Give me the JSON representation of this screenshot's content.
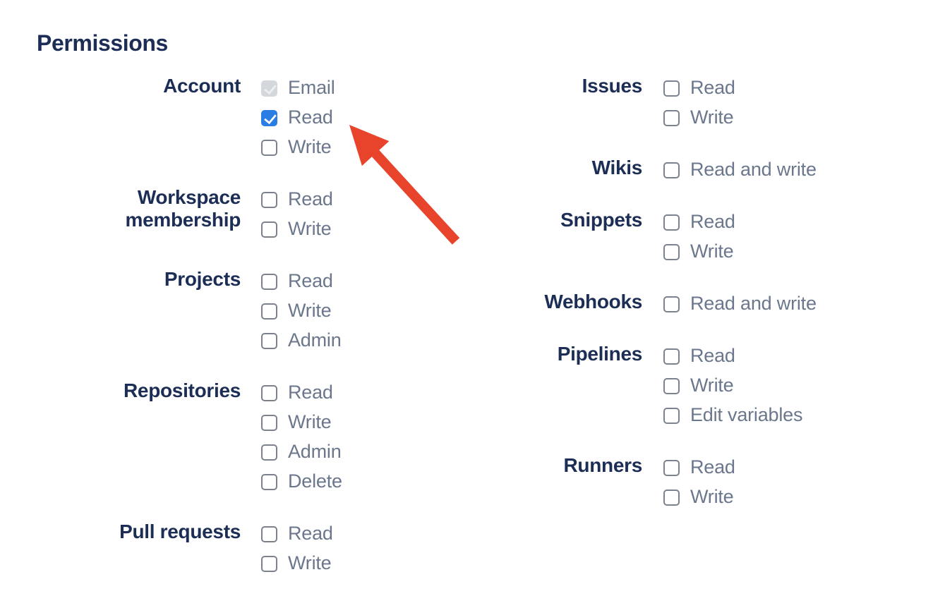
{
  "heading": "Permissions",
  "colors": {
    "heading": "#1c2e55",
    "category": "#1c2e55",
    "option_label": "#6b778c",
    "checkbox_border": "#7c828d",
    "checkbox_checked_bg": "#2a7de2",
    "checkbox_disabled_bg": "#d4d8dd",
    "checkbox_disabled_check": "#edeff1",
    "arrow": "#e8442c"
  },
  "icons": {
    "arrow": "red-arrow-pointing-up-left-at-account-read-checkbox",
    "checkmark": "check-glyph"
  },
  "columns": {
    "left": [
      {
        "label": "Account",
        "options": [
          {
            "label": "Email",
            "checked": true,
            "disabled": true
          },
          {
            "label": "Read",
            "checked": true,
            "disabled": false
          },
          {
            "label": "Write",
            "checked": false,
            "disabled": false
          }
        ]
      },
      {
        "label": "Workspace membership",
        "options": [
          {
            "label": "Read",
            "checked": false,
            "disabled": false
          },
          {
            "label": "Write",
            "checked": false,
            "disabled": false
          }
        ]
      },
      {
        "label": "Projects",
        "options": [
          {
            "label": "Read",
            "checked": false,
            "disabled": false
          },
          {
            "label": "Write",
            "checked": false,
            "disabled": false
          },
          {
            "label": "Admin",
            "checked": false,
            "disabled": false
          }
        ]
      },
      {
        "label": "Repositories",
        "options": [
          {
            "label": "Read",
            "checked": false,
            "disabled": false
          },
          {
            "label": "Write",
            "checked": false,
            "disabled": false
          },
          {
            "label": "Admin",
            "checked": false,
            "disabled": false
          },
          {
            "label": "Delete",
            "checked": false,
            "disabled": false
          }
        ]
      },
      {
        "label": "Pull requests",
        "options": [
          {
            "label": "Read",
            "checked": false,
            "disabled": false
          },
          {
            "label": "Write",
            "checked": false,
            "disabled": false
          }
        ]
      }
    ],
    "right": [
      {
        "label": "Issues",
        "options": [
          {
            "label": "Read",
            "checked": false,
            "disabled": false
          },
          {
            "label": "Write",
            "checked": false,
            "disabled": false
          }
        ]
      },
      {
        "label": "Wikis",
        "options": [
          {
            "label": "Read and write",
            "checked": false,
            "disabled": false
          }
        ]
      },
      {
        "label": "Snippets",
        "options": [
          {
            "label": "Read",
            "checked": false,
            "disabled": false
          },
          {
            "label": "Write",
            "checked": false,
            "disabled": false
          }
        ]
      },
      {
        "label": "Webhooks",
        "options": [
          {
            "label": "Read and write",
            "checked": false,
            "disabled": false
          }
        ]
      },
      {
        "label": "Pipelines",
        "options": [
          {
            "label": "Read",
            "checked": false,
            "disabled": false
          },
          {
            "label": "Write",
            "checked": false,
            "disabled": false
          },
          {
            "label": "Edit variables",
            "checked": false,
            "disabled": false
          }
        ]
      },
      {
        "label": "Runners",
        "options": [
          {
            "label": "Read",
            "checked": false,
            "disabled": false
          },
          {
            "label": "Write",
            "checked": false,
            "disabled": false
          }
        ]
      }
    ]
  }
}
